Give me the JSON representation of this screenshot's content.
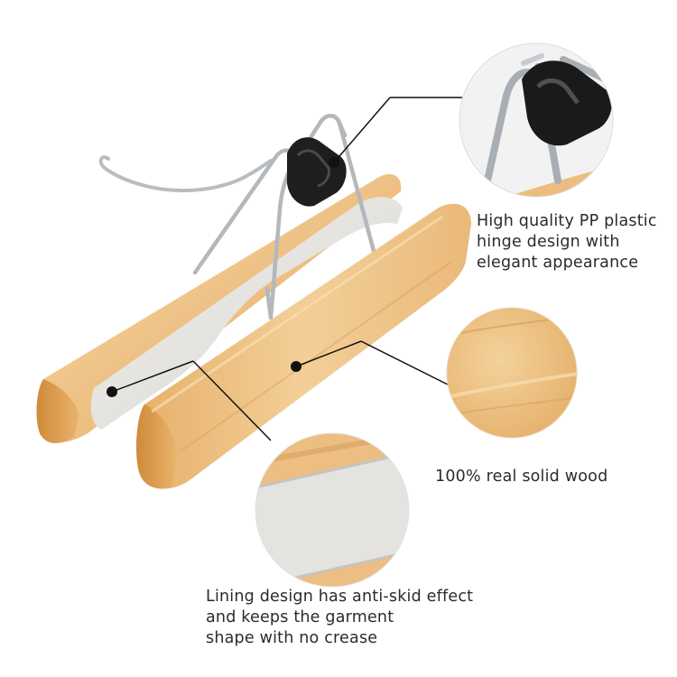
{
  "captions": {
    "hinge": "High quality PP plastic\nhinge design with\nelegant appearance",
    "wood": "100% real solid wood",
    "lining": "Lining design has anti-skid effect\nand keeps the garment\nshape with no crease"
  },
  "colors": {
    "wood_light": "#f2cf97",
    "wood_mid": "#e6b46c",
    "wood_dark": "#c98a3c",
    "lining": "#e9e8e4",
    "metal": "#bfc3c7",
    "plastic": "#1c1c1c",
    "pointer": "#111111"
  }
}
